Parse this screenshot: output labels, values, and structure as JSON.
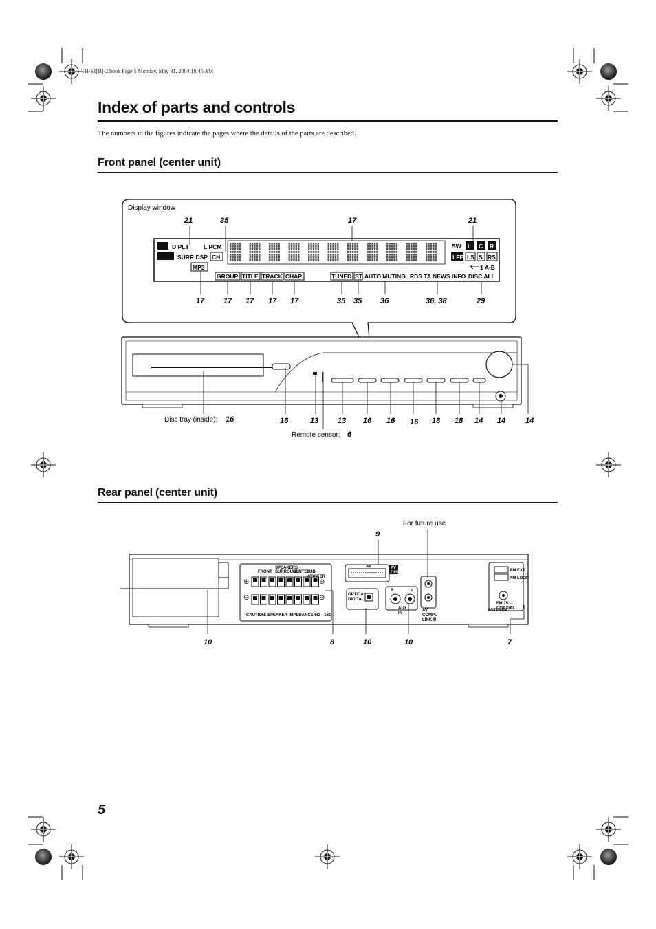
{
  "header": {
    "file_line": "TH-S1[B]-2.book  Page 5  Monday, May 31, 2004  10:45 AM"
  },
  "page": {
    "title": "Index of parts and controls",
    "intro": "The numbers in the figures indicate the pages where the details of the parts are described.",
    "page_number": "5"
  },
  "front": {
    "heading": "Front panel (center unit)",
    "display_window_label": "Display window",
    "display": {
      "dpl": "D PLⅡ",
      "lpcm": "L PCM",
      "surr_dsp": "SURR DSP",
      "ch": "CH",
      "mp3": "MP3",
      "sw": "SW",
      "l": "L",
      "c": "C",
      "r": "R",
      "lfe": "LFE",
      "ls": "LS",
      "s": "S",
      "rs": "RS",
      "one_ab": "1 A-B",
      "disc_all": "DISC ALL",
      "group": "GROUP",
      "title": "TITLE",
      "track": "TRACK",
      "chap": "CHAP.",
      "tuned": "TUNED",
      "st": "ST",
      "auto_muting": "AUTO MUTING",
      "rds": "RDS TA NEWS INFO"
    },
    "top_numbers": [
      "21",
      "35",
      "17",
      "21"
    ],
    "bottom_numbers": [
      "17",
      "17",
      "17",
      "17",
      "17",
      "35",
      "35",
      "36",
      "36, 38",
      "29"
    ],
    "disc_tray_label": "Disc tray (inside):",
    "disc_tray_page": "16",
    "remote_sensor_label": "Remote sensor:",
    "remote_sensor_page": "6",
    "unit_numbers": [
      "16",
      "13",
      "13",
      "16",
      "16",
      "16",
      "18",
      "18",
      "14",
      "14",
      "14"
    ]
  },
  "rear": {
    "heading": "Rear panel (center unit)",
    "future_use_label": "For future use",
    "scart_page": "9",
    "panel": {
      "speakers": "SPEAKERS",
      "front": "FRONT",
      "surround": "SURROUND",
      "center": "CENTER",
      "subwoofer": "SUB-\nWOOFER",
      "caution": "CAUTION: SPEAKER IMPEDANCE 6Ω—16Ω",
      "av": "AV",
      "av_out": "AV\nOUT",
      "optical": "OPTICAL\nDIGITAL IN",
      "aux_in": "AUX\nIN",
      "r": "R",
      "l": "L",
      "av_compu_link": "AV\nCOMPU\nLINK-Ⅲ",
      "am_ext": "AM EXT",
      "am_loop": "AM LOOP",
      "fm": "FM 75 Ω\nCOAXIAL",
      "antenna": "ANTENNA"
    },
    "numbers": [
      "10",
      "8",
      "10",
      "10",
      "7"
    ]
  }
}
